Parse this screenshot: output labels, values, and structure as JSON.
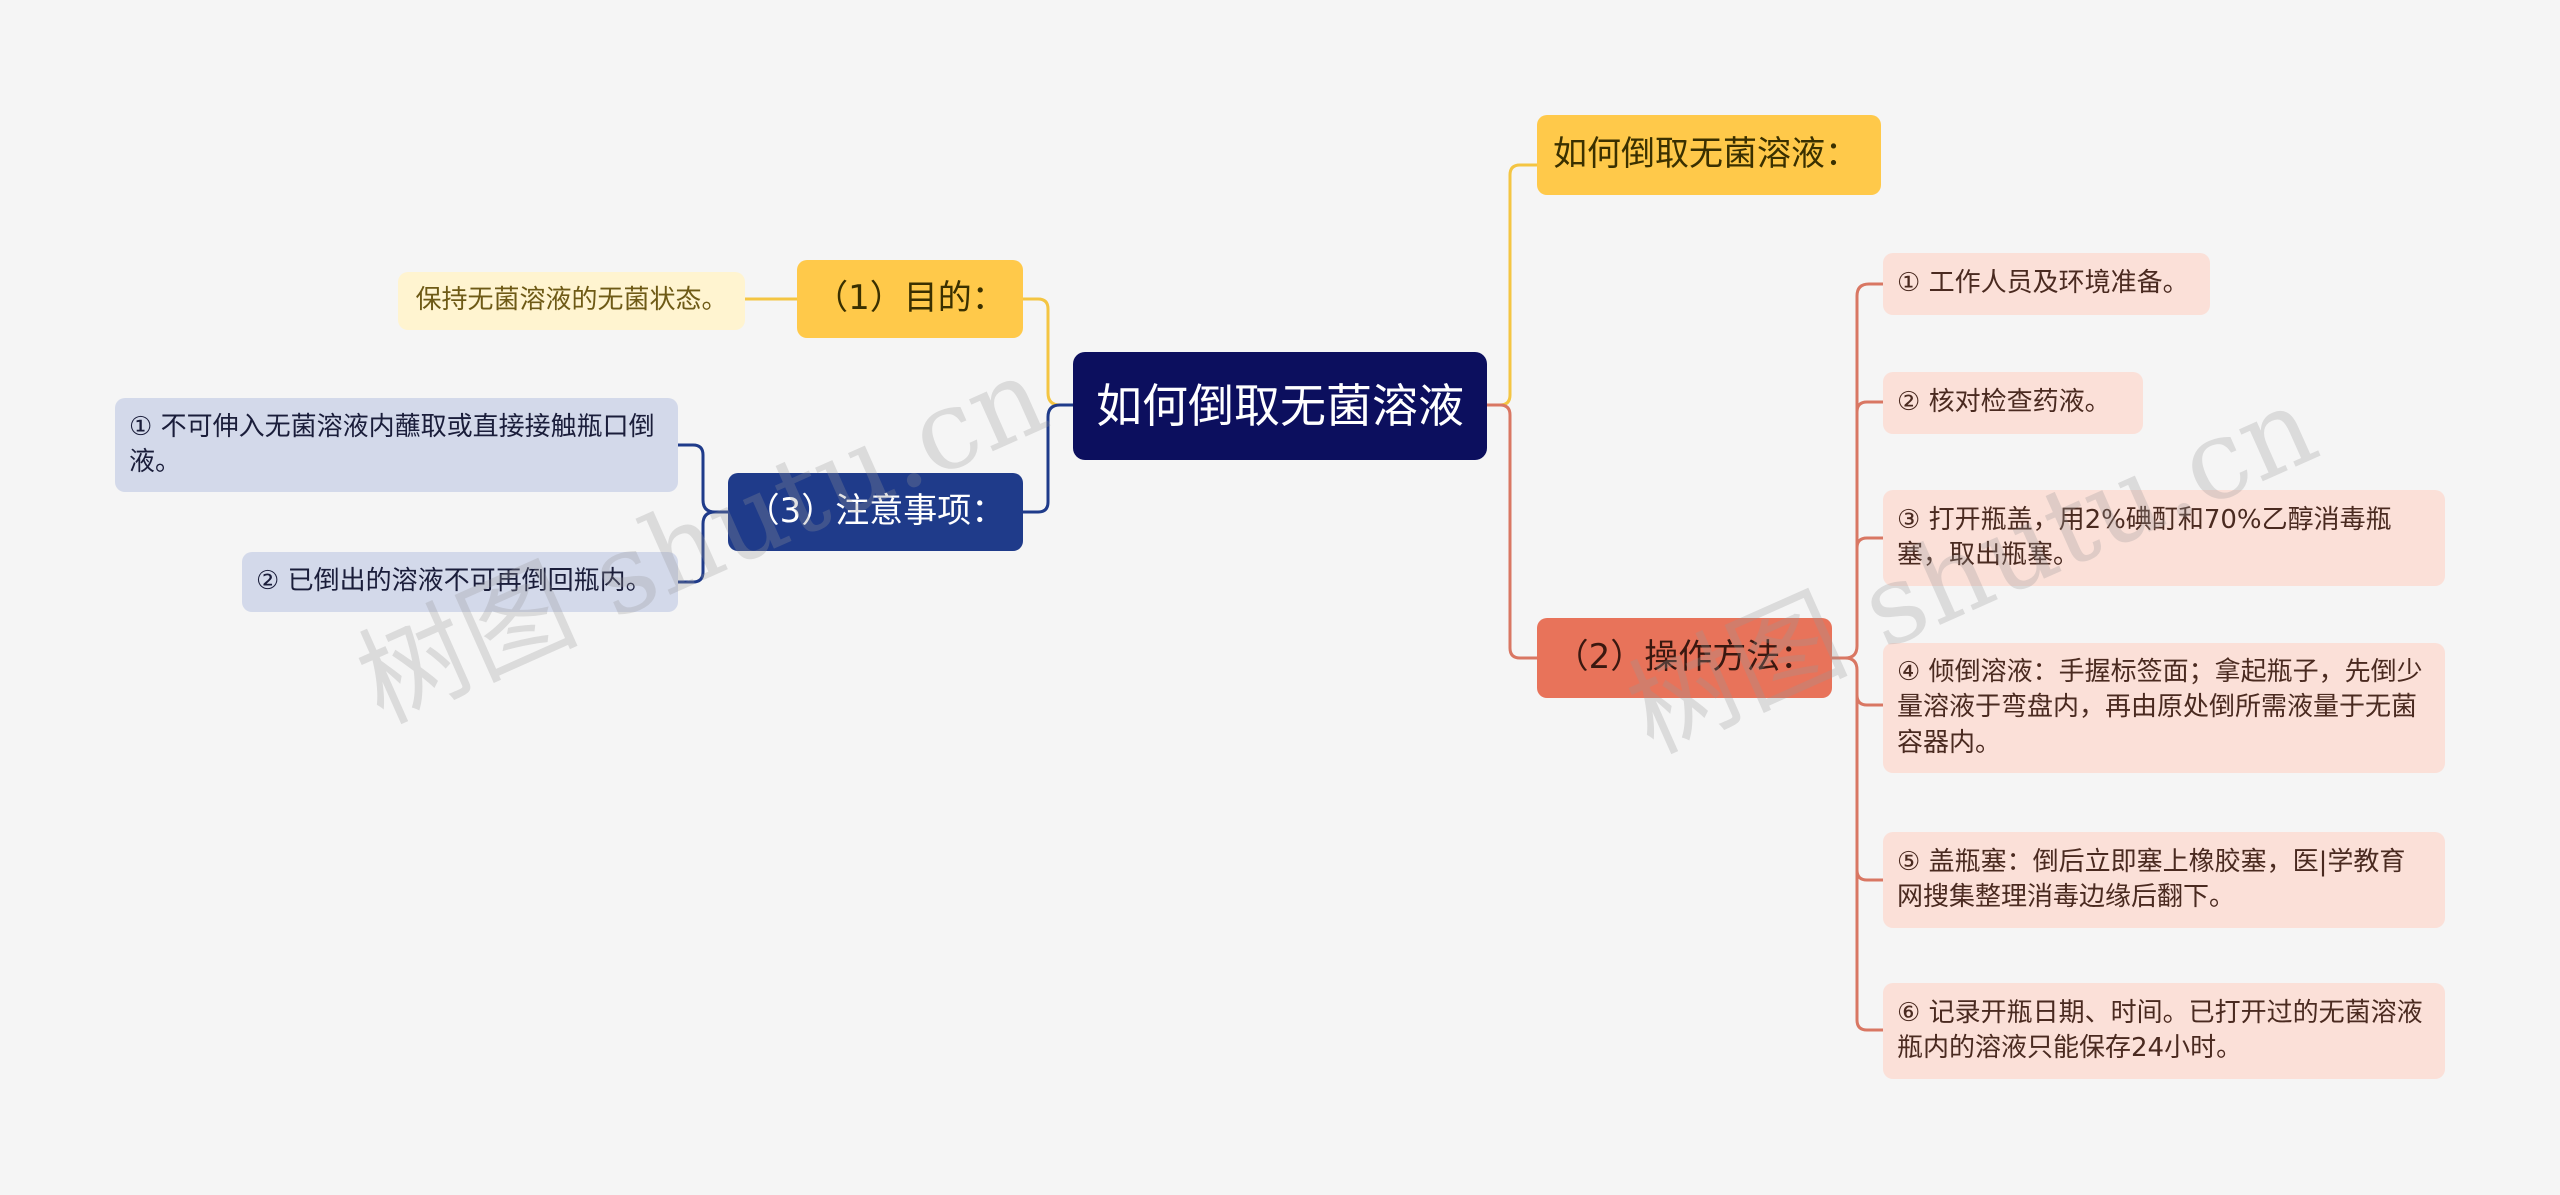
{
  "root": {
    "label": "如何倒取无菌溶液"
  },
  "branches": {
    "how_to": {
      "label": "如何倒取无菌溶液："
    },
    "purpose": {
      "label": "（1）目的：",
      "items": [
        "保持无菌溶液的无菌状态。"
      ]
    },
    "notes": {
      "label": "（3）注意事项：",
      "items": [
        "① 不可伸入无菌溶液内蘸取或直接接触瓶口倒液。",
        "② 已倒出的溶液不可再倒回瓶内。"
      ]
    },
    "method": {
      "label": "（2）操作方法：",
      "items": [
        "① 工作人员及环境准备。",
        "② 核对检查药液。",
        "③ 打开瓶盖，用2%碘酊和70%乙醇消毒瓶塞，取出瓶塞。",
        "④ 倾倒溶液：手握标签面；拿起瓶子，先倒少量溶液于弯盘内，再由原处倒所需液量于无菌容器内。",
        "⑤ 盖瓶塞：倒后立即塞上橡胶塞，医|学教育网搜集整理消毒边缘后翻下。",
        "⑥ 记录开瓶日期、时间。已打开过的无菌溶液瓶内的溶液只能保存24小时。"
      ]
    }
  },
  "watermark": "树图 shutu.cn",
  "colors": {
    "root": "#0c0f5e",
    "yellow": "#ffc94a",
    "navy": "#1f3b8a",
    "salmon": "#e8735a",
    "line_yellow": "#f4c542",
    "line_navy": "#1f3b8a",
    "line_salmon": "#d97763"
  }
}
